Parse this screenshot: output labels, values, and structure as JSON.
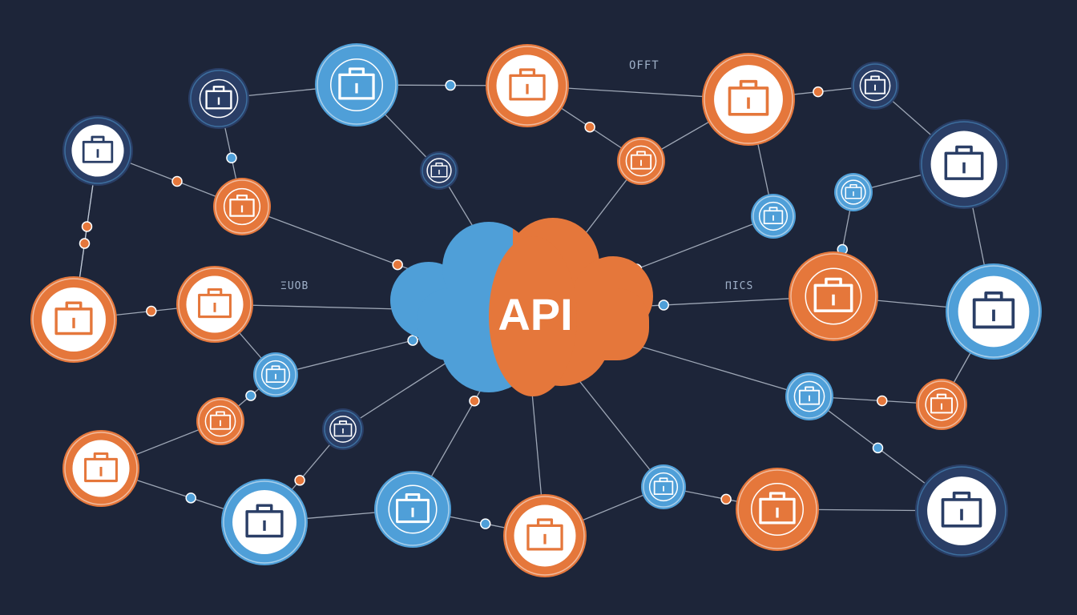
{
  "hub": {
    "label": "API"
  },
  "side_labels": {
    "left": "ΞUOB",
    "right": "ΠICS",
    "top": "OFFT"
  },
  "colors": {
    "background": "#1d2539",
    "orange": "#e5773b",
    "blue": "#4f9fd8",
    "navy": "#2a3e66",
    "white": "#ffffff",
    "line": "#c9d3e0"
  },
  "nodes": [
    {
      "icon": "box-icon"
    },
    {
      "icon": "robot-head-icon"
    },
    {
      "icon": "gear-face-icon"
    },
    {
      "icon": "document-icon"
    },
    {
      "icon": "monitor-chart-icon"
    },
    {
      "icon": "compass-icon"
    },
    {
      "icon": "user-profile-icon"
    },
    {
      "icon": "handshake-icon"
    },
    {
      "icon": "cog-icon"
    },
    {
      "icon": "shield-icon"
    },
    {
      "icon": "target-icon"
    },
    {
      "icon": "globe-icon"
    },
    {
      "icon": "chip-icon"
    },
    {
      "icon": "server-icon"
    },
    {
      "icon": "cloud-icon"
    },
    {
      "icon": "map-pin-icon"
    },
    {
      "icon": "database-icon"
    },
    {
      "icon": "network-icon"
    },
    {
      "icon": "flowchart-icon"
    },
    {
      "icon": "gear-icon"
    },
    {
      "icon": "window-icon"
    },
    {
      "icon": "factory-icon"
    },
    {
      "icon": "building-icon"
    },
    {
      "icon": "lock-icon"
    },
    {
      "icon": "plug-icon"
    },
    {
      "icon": "dial-icon"
    },
    {
      "icon": "chat-icon"
    }
  ]
}
